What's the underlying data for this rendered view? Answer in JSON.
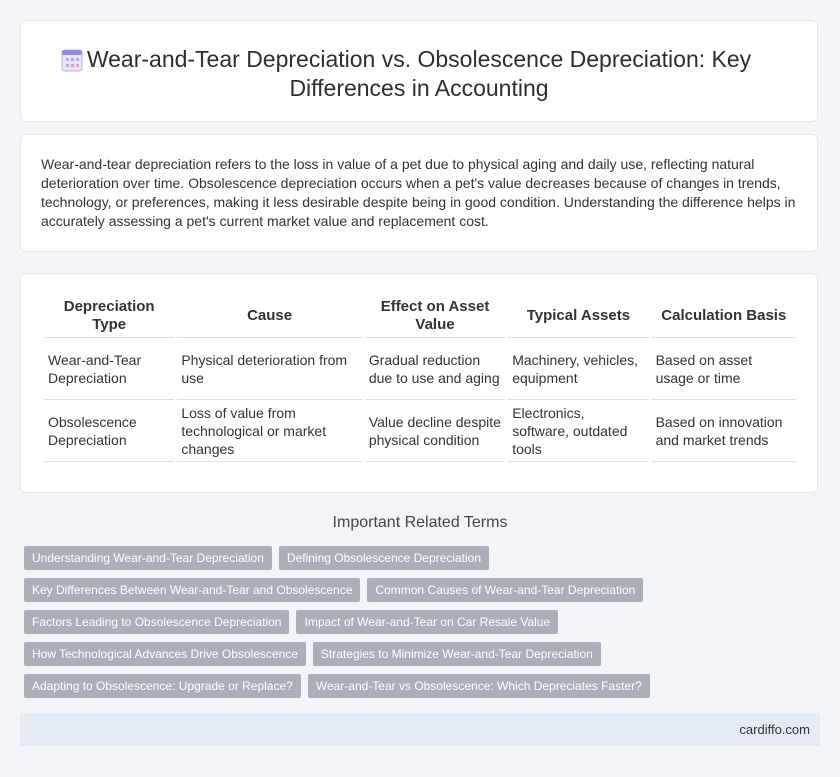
{
  "header": {
    "title": "Wear-and-Tear Depreciation vs. Obsolescence Depreciation: Key Differences in Accounting",
    "icon": "document-icon"
  },
  "intro": {
    "text": "Wear-and-tear depreciation refers to the loss in value of a pet due to physical aging and daily use, reflecting natural deterioration over time. Obsolescence depreciation occurs when a pet's value decreases because of changes in trends, technology, or preferences, making it less desirable despite being in good condition. Understanding the difference helps in accurately assessing a pet's current market value and replacement cost."
  },
  "table": {
    "headers": [
      "Depreciation Type",
      "Cause",
      "Effect on Asset Value",
      "Typical Assets",
      "Calculation Basis"
    ],
    "rows": [
      [
        "Wear-and-Tear Depreciation",
        "Physical deterioration from use",
        "Gradual reduction due to use and aging",
        "Machinery, vehicles, equipment",
        "Based on asset usage or time"
      ],
      [
        "Obsolescence Depreciation",
        "Loss of value from technological or market changes",
        "Value decline despite physical condition",
        "Electronics, software, outdated tools",
        "Based on innovation and market trends"
      ]
    ]
  },
  "related": {
    "title": "Important Related Terms",
    "tags": [
      [
        "Understanding Wear-and-Tear Depreciation",
        "Defining Obsolescence Depreciation"
      ],
      [
        "Key Differences Between Wear-and-Tear and Obsolescence",
        "Common Causes of Wear-and-Tear Depreciation"
      ],
      [
        "Factors Leading to Obsolescence Depreciation",
        "Impact of Wear-and-Tear on Car Resale Value"
      ],
      [
        "How Technological Advances Drive Obsolescence",
        "Strategies to Minimize Wear-and-Tear Depreciation"
      ],
      [
        "Adapting to Obsolescence: Upgrade or Replace?",
        "Wear-and-Tear vs Obsolescence: Which Depreciates Faster?"
      ]
    ]
  },
  "footer": {
    "site": "cardiffo.com"
  },
  "colors": {
    "tag_bg": "#a9b0b9",
    "footer_bg": "#e5ebf4",
    "page_bg": "#f2f4f7"
  }
}
